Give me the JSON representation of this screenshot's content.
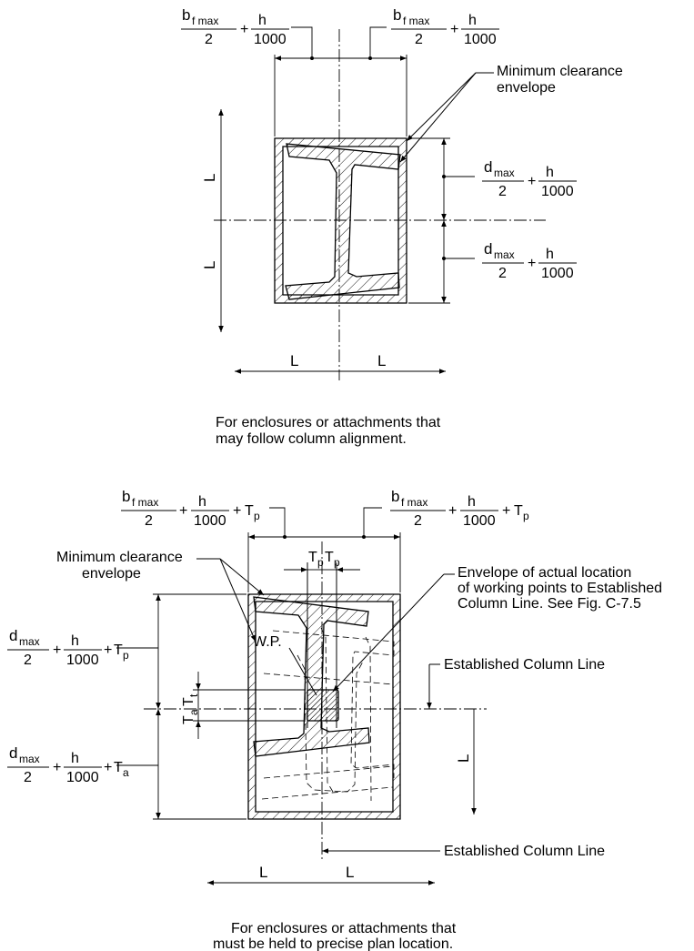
{
  "top": {
    "dims": {
      "bf_max": "b",
      "bf_sub": "f max",
      "two": "2",
      "plus": "+",
      "h": "h",
      "thousand": "1000",
      "d_max": "d",
      "d_sub": "max",
      "L": "L"
    },
    "envelope_label": [
      "Minimum clearance",
      "envelope"
    ],
    "caption": [
      "For enclosures or attachments that",
      "may follow column alignment."
    ]
  },
  "bottom": {
    "dims": {
      "Tp": "T",
      "p": "p",
      "Ta": "T",
      "a": "a",
      "Tt": "T",
      "t": "t",
      "L": "L"
    },
    "envelope_label": [
      "Minimum clearance",
      "envelope"
    ],
    "actual_label": [
      "Envelope of actual location",
      "of working points to Established",
      "Column Line. See Fig. C-7.5"
    ],
    "wp_label": "W.P.",
    "ecl_label_1": "Established Column Line",
    "ecl_label_2": "Established Column Line",
    "caption": [
      "For enclosures or attachments that",
      "must be held to precise plan location."
    ]
  }
}
